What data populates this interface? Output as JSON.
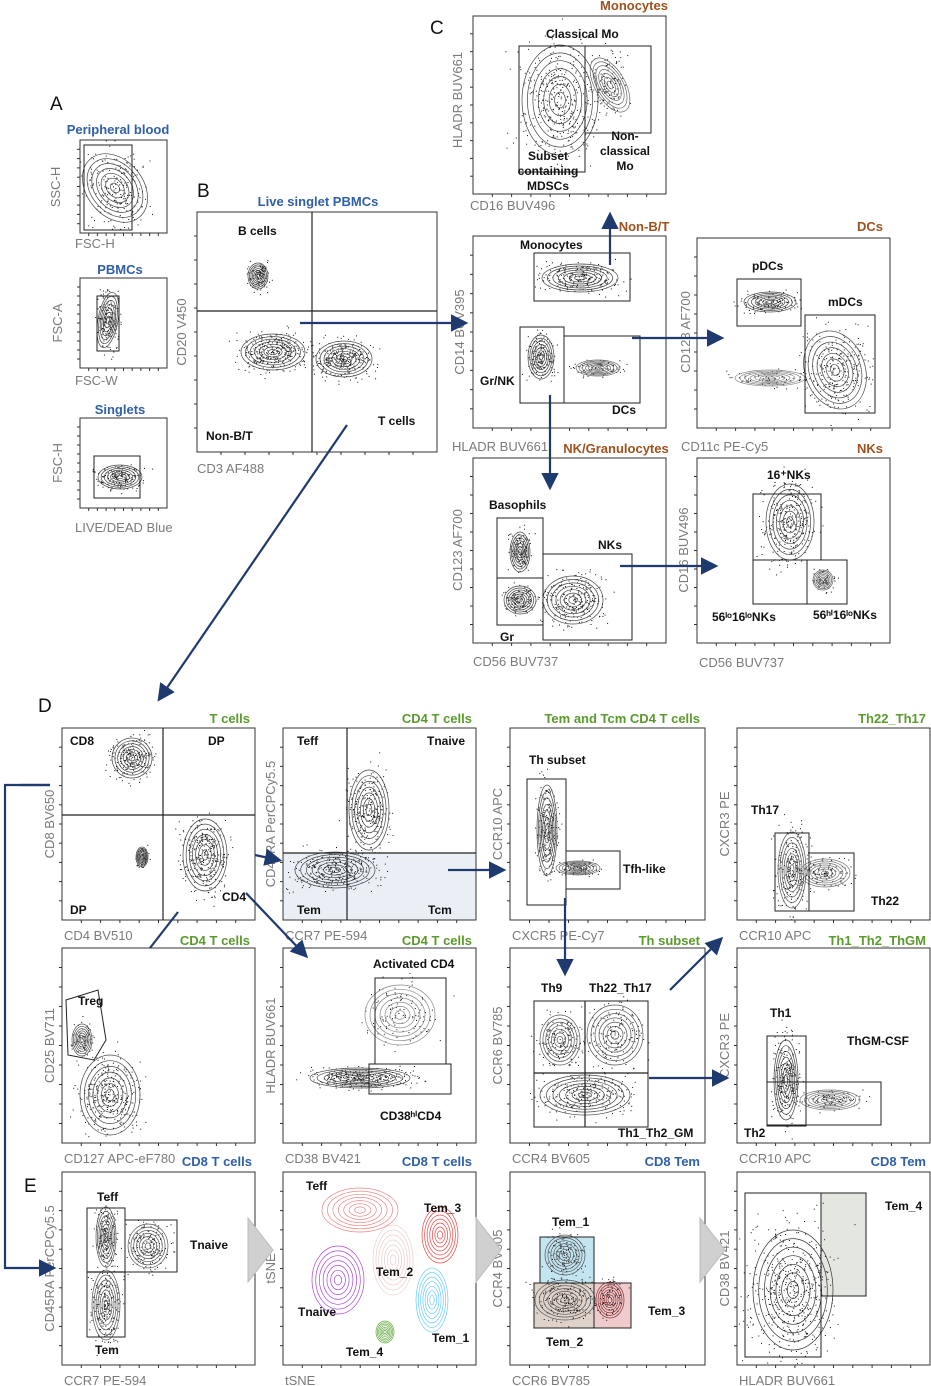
{
  "colors": {
    "blue": "#2f5fa8",
    "brown": "#a0521e",
    "green": "#5b9a2c",
    "arrow": "#1f3a6e"
  },
  "panel_letters": [
    "A",
    "B",
    "C",
    "D",
    "E"
  ],
  "panels": [
    {
      "id": "a1",
      "title": "Peripheral blood",
      "title_color": "blue",
      "xlabel": "FSC-H",
      "ylabel": "SSC-H",
      "gates": []
    },
    {
      "id": "a2",
      "title": "PBMCs",
      "title_color": "blue",
      "xlabel": "FSC-W",
      "ylabel": "FSC-A",
      "gates": []
    },
    {
      "id": "a3",
      "title": "Singlets",
      "title_color": "blue",
      "xlabel": "LIVE/DEAD Blue",
      "ylabel": "FSC-H",
      "gates": []
    },
    {
      "id": "b",
      "title": "Live singlet PBMCs",
      "title_color": "blue",
      "xlabel": "CD3 AF488",
      "ylabel": "CD20 V450",
      "gates": [
        "B cells",
        "Non-B/T",
        "T cells"
      ]
    },
    {
      "id": "c1",
      "title": "Monocytes",
      "title_color": "brown",
      "xlabel": "CD16 BUV496",
      "ylabel": "HLADR BUV661",
      "gates": [
        "Classical Mo",
        "Non-",
        "classical",
        "Mo",
        "Subset",
        "containing",
        "MDSCs"
      ]
    },
    {
      "id": "c2",
      "title": "Non-B/T",
      "title_color": "brown",
      "xlabel": "HLADR BUV661",
      "ylabel": "CD14  BUV395",
      "gates": [
        "Monocytes",
        "Gr/NK",
        "DCs"
      ]
    },
    {
      "id": "c3",
      "title": "DCs",
      "title_color": "brown",
      "xlabel": "CD11c PE-Cy5",
      "ylabel": "CD123 AF700",
      "gates": [
        "pDCs",
        "mDCs"
      ]
    },
    {
      "id": "c4",
      "title": "NK/Granulocytes",
      "title_color": "brown",
      "xlabel": "CD56 BUV737",
      "ylabel": "CD123 AF700",
      "gates": [
        "Basophils",
        "NKs",
        "Gr"
      ]
    },
    {
      "id": "c5",
      "title": "NKs",
      "title_color": "brown",
      "xlabel": "CD56 BUV737",
      "ylabel": "CD16 BUV496",
      "gates": [
        "16⁺NKs",
        "56ˡᵒ16ˡᵒNKs",
        "56ʰⁱ16ˡᵒNKs"
      ]
    },
    {
      "id": "d1",
      "title": "T cells",
      "title_color": "green",
      "xlabel": "CD4 BV510",
      "ylabel": "CD8 BV650",
      "gates": [
        "CD8",
        "DP",
        "DP",
        "CD4"
      ]
    },
    {
      "id": "d2",
      "title": "CD4 T cells",
      "title_color": "green",
      "xlabel": "CCR7 PE-594",
      "ylabel": "CD45RA PerCPCy5.5",
      "gates": [
        "Teff",
        "Tnaive",
        "Tem",
        "Tcm"
      ]
    },
    {
      "id": "d3",
      "title": "Tem and Tcm CD4 T cells",
      "title_color": "green",
      "xlabel": "CXCR5 PE-Cy7",
      "ylabel": "CCR10 APC",
      "gates": [
        "Th subset",
        "Tfh-like"
      ]
    },
    {
      "id": "d4",
      "title": "Th22_Th17",
      "title_color": "green",
      "xlabel": "CCR10 APC",
      "ylabel": "CXCR3 PE",
      "gates": [
        "Th17",
        "Th22"
      ]
    },
    {
      "id": "d5",
      "title": "CD4 T cells",
      "title_color": "green",
      "xlabel": "CD127 APC-eF780",
      "ylabel": "CD25 BV711",
      "gates": [
        "Treg"
      ]
    },
    {
      "id": "d6",
      "title": "CD4 T cells",
      "title_color": "green",
      "xlabel": "CD38 BV421",
      "ylabel": "HLADR BUV661",
      "gates": [
        "Activated CD4",
        "CD38ʰⁱCD4"
      ]
    },
    {
      "id": "d7",
      "title": "Th subset",
      "title_color": "green",
      "xlabel": "CCR4 BV605",
      "ylabel": "CCR6  BV785",
      "gates": [
        "Th9",
        "Th22_Th17",
        "Th1_Th2_GM"
      ]
    },
    {
      "id": "d8",
      "title": "Th1_Th2_ThGM",
      "title_color": "green",
      "xlabel": "CCR10 APC",
      "ylabel": "CXCR3 PE",
      "gates": [
        "Th1",
        "ThGM-CSF",
        "Th2"
      ]
    },
    {
      "id": "e1",
      "title": "CD8 T cells",
      "title_color": "blue",
      "xlabel": "CCR7 PE-594",
      "ylabel": "CD45RA PerCPCy5.5",
      "gates": [
        "Teff",
        "Tnaive",
        "Tem"
      ]
    },
    {
      "id": "e2",
      "title": "CD8 T cells",
      "title_color": "blue",
      "xlabel": "tSNE",
      "ylabel": "tSNE",
      "gates": [
        "Teff",
        "Tem_3",
        "Tem_2",
        "Tnaive",
        "Tem_4",
        "Tem_1"
      ]
    },
    {
      "id": "e3",
      "title": "CD8 Tem",
      "title_color": "blue",
      "xlabel": "CCR6 BV785",
      "ylabel": "CCR4 BV605",
      "gates": [
        "Tem_1",
        "Tem_3",
        "Tem_2"
      ]
    },
    {
      "id": "e4",
      "title": "CD8 Tem",
      "title_color": "blue",
      "xlabel": "HLADR BUV661",
      "ylabel": "CD38 BV421",
      "gates": [
        "Tem_4"
      ]
    }
  ]
}
